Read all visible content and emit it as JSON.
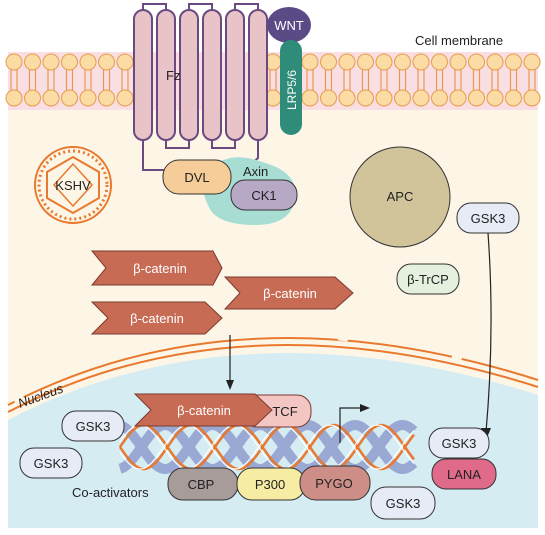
{
  "labels": {
    "membrane": "Cell membrane",
    "fz": "Fz",
    "wnt": "WNT",
    "lrp": "LRP5/6",
    "dvl": "DVL",
    "axin": "Axin",
    "ck1": "CK1",
    "kshv": "KSHV",
    "apc": "APC",
    "gsk3_cyto": "GSK3",
    "btrcp": "β-TrCP",
    "bcat1": "β-catenin",
    "bcat2": "β-catenin",
    "bcat3": "β-catenin",
    "nucleus": "Nucleus",
    "gsk3_n1": "GSK3",
    "gsk3_n2": "GSK3",
    "bcat_nuc": "β-catenin",
    "tcf": "TCF",
    "gsk3_n3": "GSK3",
    "lana": "LANA",
    "coact": "Co-activators",
    "cbp": "CBP",
    "p300": "P300",
    "pygo": "PYGO",
    "gsk3_n4": "GSK3"
  },
  "colors": {
    "membrane_band": "#f9dfe3",
    "lipid_head": "#fbdca5",
    "lipid_head_stroke": "#e89a4c",
    "cytoplasm": "#fdf6e6",
    "nucleus": "#d6ecf3",
    "receptor": "#e8c4c8",
    "receptor_stroke": "#6b4a82",
    "wnt": "#5a4a86",
    "lrp": "#2e8c79",
    "dvl": "#f6cd98",
    "axin": "#a8ddd3",
    "ck1": "#b7a8c6",
    "apc": "#d1c49b",
    "gsk3": "#e6ebf5",
    "btrcp": "#e6f0de",
    "bcatenin": "#c86b55",
    "tcf": "#f3c6c4",
    "cbp": "#a79c99",
    "p300": "#f7eca3",
    "pygo": "#cc8e86",
    "lana": "#e06a8a",
    "dna_orange": "#e8792e",
    "dna_blue": "#9aa9d4",
    "kshv": "#e8792e"
  }
}
